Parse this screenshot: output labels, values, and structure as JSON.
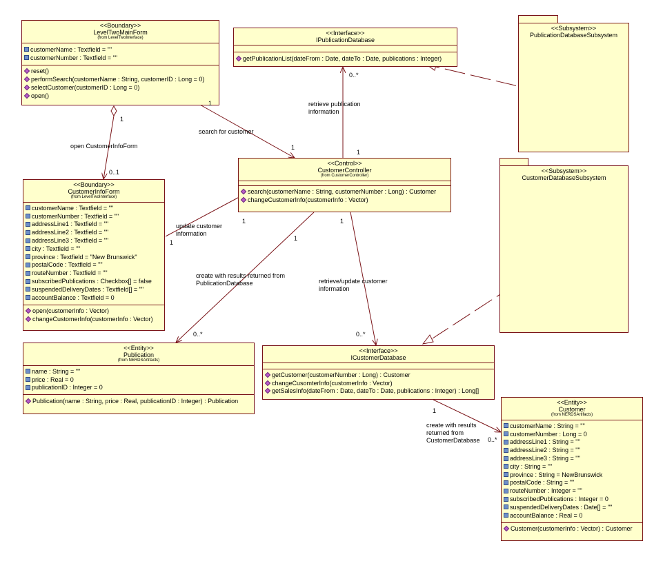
{
  "diagram": {
    "levelTwoMainForm": {
      "stereotype": "<<Boundary>>",
      "name": "LevelTwoMainForm",
      "from": "(from LevelTwoInterface)",
      "attributes": [
        "customerName : Textfield = \"\"",
        "customerNumber : Textfield = \"\""
      ],
      "operations": [
        "reset()",
        "performSearch(customerName : String, customerID : Long = 0)",
        "selectCustomer(customerID : Long = 0)",
        "open()"
      ]
    },
    "iPublicationDatabase": {
      "stereotype": "<<Interface>>",
      "name": "IPublicationDatabase",
      "operations": [
        "getPublicationList(dateFrom : Date, dateTo : Date, publications : Integer)"
      ]
    },
    "publicationDatabaseSubsystem": {
      "stereotype": "<<Subsystem>>",
      "name": "PublicationDatabaseSubsystem"
    },
    "customerController": {
      "stereotype": "<<Control>>",
      "name": "CustomerController",
      "from": "(from CustomerController)",
      "operations": [
        "search(customerName : String, customerNumber : Long) : Customer",
        "changeCustomerInfo(customerInfo : Vector)"
      ]
    },
    "customerDatabaseSubsystem": {
      "stereotype": "<<Subsystem>>",
      "name": "CustomerDatabaseSubsystem"
    },
    "customerInfoForm": {
      "stereotype": "<<Boundary>>",
      "name": "CustomerInfoForm",
      "from": "(from LevelTwoInterface)",
      "attributes": [
        "customerName : Textfield = \"\"",
        "customerNumber : Textfield = \"\"",
        "addressLine1 : Textfield = \"\"",
        "addressLine2 : Textfield = \"\"",
        "addressLine3 : Textfield = \"\"",
        "city : Textfield = \"\"",
        "province : Textfield = \"New Brunswick\"",
        "postalCode : Textfield = \"\"",
        "routeNumber : Textfield = \"\"",
        "subscribedPublications : Checkbox[] = false",
        "suspendedDeliveryDates : Textfield[] = \"\"",
        "accountBalance : Textfield = 0"
      ],
      "operations": [
        "open(customerInfo : Vector)",
        "changeCustomerInfo(customerInfo : Vector)"
      ]
    },
    "publication": {
      "stereotype": "<<Entity>>",
      "name": "Publication",
      "from": "(from NERDSArtifacts)",
      "attributes": [
        "name : String = \"\"",
        "price : Real = 0",
        "publicationID : Integer = 0"
      ],
      "operations": [
        "Publication(name : String, price : Real, publicationID : Integer) : Publication"
      ]
    },
    "iCustomerDatabase": {
      "stereotype": "<<Interface>>",
      "name": "ICustomerDatabase",
      "operations": [
        "getCustomer(customerNumber : Long) : Customer",
        "changeCusomterInfo(customerInfo : Vector)",
        "getSalesInfo(dateFrom : Date, dateTo : Date, publications : Integer) : Long[]"
      ]
    },
    "customer": {
      "stereotype": "<<Entity>>",
      "name": "Customer",
      "from": "(from NERDSArtifacts)",
      "attributes": [
        "customerName : String = \"\"",
        "customerNumber : Long = 0",
        "addressLine1 : String = \"\"",
        "addressLine2 : String = \"\"",
        "addressLine3 : String = \"\"",
        "city : String = \"\"",
        "province : String = NewBrunswick",
        "postalCode : String = \"\"",
        "routeNumber : Integer = \"\"",
        "subscribedPublications : Integer = 0",
        "suspendedDeliveryDates : Date[] = \"\"",
        "accountBalance : Real = 0"
      ],
      "operations": [
        "Customer(customerInfo : Vector) : Customer"
      ]
    },
    "associations": {
      "searchForCustomer": "search for customer",
      "searchMultFrom": "1",
      "searchMultTo": "1",
      "openCustomerInfoForm": "open CustomerInfoForm",
      "openMultFrom": "1",
      "openMultTo": "0..1",
      "retrievePublication1": "retrieve publication",
      "retrievePublication2": "information",
      "retrievePubMultFrom": "1",
      "retrievePubMultTo": "0..*",
      "updateCustomer1": "update customer",
      "updateCustomer2": "information",
      "updateMultFrom": "1",
      "updateMultTo": "1",
      "createWithResults1": "create with results returned from",
      "createWithResults2": "PublicationDatabase",
      "createPubMultFrom": "1",
      "createPubMultTo": "0..*",
      "retrieveUpdate1": "retrieve/update customer",
      "retrieveUpdate2": "information",
      "retrieveUpdMultFrom": "1",
      "retrieveUpdMultTo": "0..*",
      "createCustomer1": "create with results",
      "createCustomer2": "returned from",
      "createCustomer3": "CustomerDatabase",
      "createCustMultFrom": "1",
      "createCustMultTo": "0..*"
    },
    "colors": {
      "line": "#7a1418",
      "fill": "#ffffcc",
      "attrIcon": "#6e8fc8",
      "opIcon": "#b85cc8"
    }
  }
}
